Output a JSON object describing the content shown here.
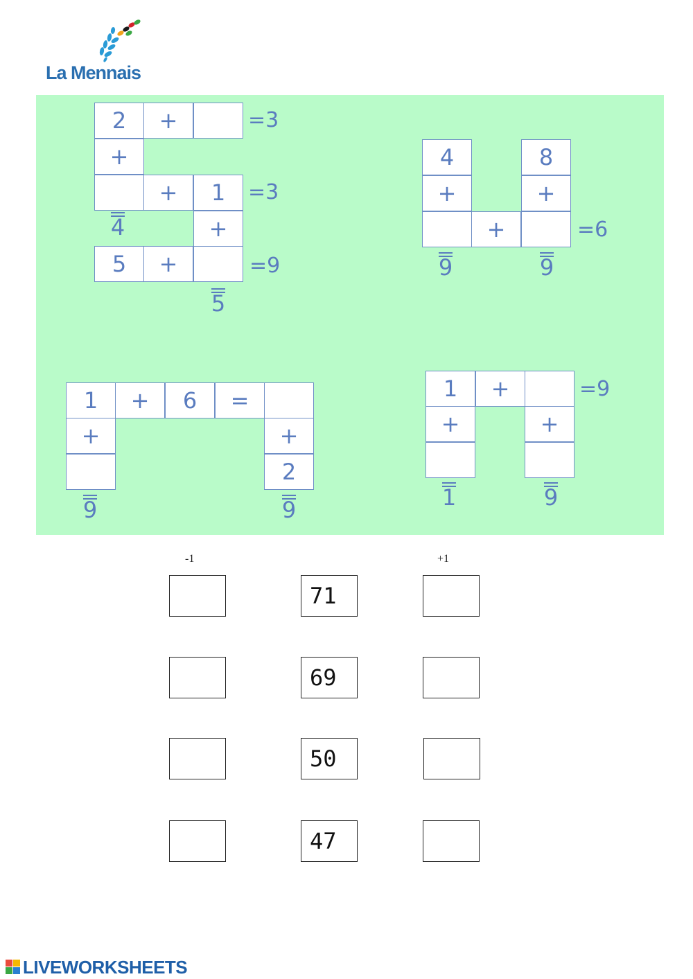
{
  "logo": {
    "name": "La Mennais",
    "icon": "wheat-sprig-icon"
  },
  "puzzles": {
    "p1": {
      "cells": [
        "2",
        "+",
        "",
        "+",
        "",
        "+",
        "1",
        "+",
        "5",
        "+",
        ""
      ],
      "row_results": [
        "=3",
        "=3",
        "=9"
      ],
      "col_results": [
        "4",
        "5"
      ]
    },
    "p2": {
      "cells": [
        "4",
        "8",
        "+",
        "+",
        "",
        "+",
        ""
      ],
      "row_result": "=6",
      "col_results": [
        "9",
        "9"
      ]
    },
    "p3": {
      "cells": [
        "1",
        "+",
        "6",
        "=",
        "",
        "+",
        "+",
        "",
        "2"
      ],
      "col_results": [
        "9",
        "9"
      ]
    },
    "p4": {
      "cells": [
        "1",
        "+",
        "",
        "+",
        "+",
        "",
        ""
      ],
      "row_result": "=9",
      "col_results": [
        "1",
        "9"
      ]
    }
  },
  "exercise": {
    "left_header": "-1",
    "right_header": "+1",
    "rows": [
      {
        "left": "",
        "middle": "71",
        "right": ""
      },
      {
        "left": "",
        "middle": "69",
        "right": ""
      },
      {
        "left": "",
        "middle": "50",
        "right": ""
      },
      {
        "left": "",
        "middle": "47",
        "right": ""
      }
    ]
  },
  "footer": {
    "brand": "LIVEWORKSHEETS",
    "icon": "liveworksheets-logo-icon"
  },
  "colors": {
    "panel": "#b9fbc9",
    "puzzle_text": "#5a7cbf",
    "brand": "#1f5fa8"
  }
}
